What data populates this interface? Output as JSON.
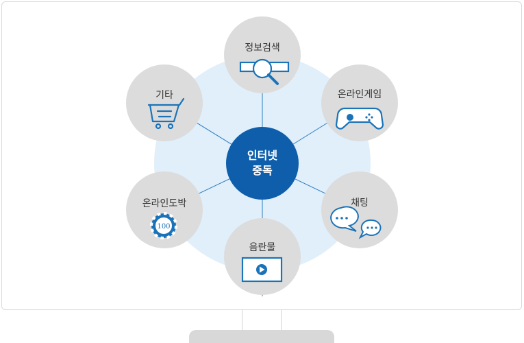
{
  "center": {
    "line1": "인터넷",
    "line2": "중독"
  },
  "nodes": [
    {
      "label": "정보검색",
      "icon": "magnifier-icon"
    },
    {
      "label": "온라인게임",
      "icon": "gamepad-icon"
    },
    {
      "label": "채팅",
      "icon": "chat-bubbles-icon"
    },
    {
      "label": "음란물",
      "icon": "video-play-icon"
    },
    {
      "label": "온라인도박",
      "icon": "casino-chip-icon",
      "chip_value": "100"
    },
    {
      "label": "기타",
      "icon": "shopping-cart-icon"
    }
  ],
  "colors": {
    "hub": "#0e5eab",
    "node": "#dcdcdc",
    "halo": "#e0effa",
    "icon": "#1a73b8",
    "connector": "#2e7cc0"
  }
}
